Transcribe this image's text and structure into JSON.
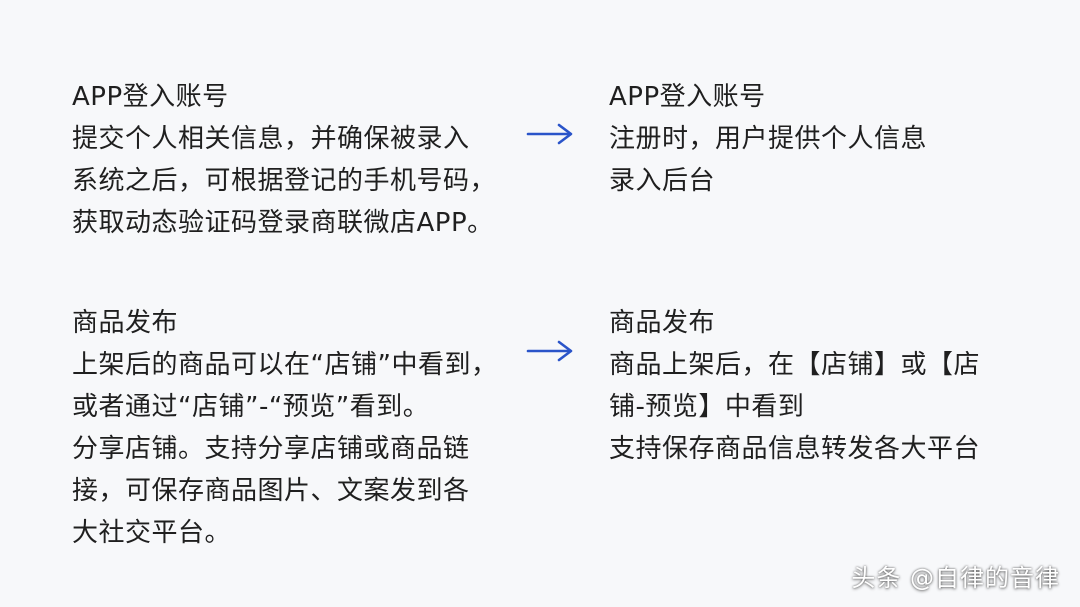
{
  "login": {
    "left": {
      "lines": [
        "APP登入账号",
        "提交个人相关信息，并确保被录入",
        "系统之后，可根据登记的手机号码，",
        "获取动态验证码登录商联微店APP。"
      ]
    },
    "right": {
      "lines": [
        "APP登入账号",
        "注册时，用户提供个人信息",
        "录入后台"
      ]
    }
  },
  "goods": {
    "left": {
      "lines": [
        "商品发布",
        "上架后的商品可以在“店铺”中看到，",
        "或者通过“店铺”-“预览”看到。",
        "分享店铺。支持分享店铺或商品链",
        "接，可保存商品图片、文案发到各",
        "大社交平台。"
      ]
    },
    "right": {
      "lines": [
        "商品发布",
        "商品上架后，在【店铺】或【店",
        "铺-预览】中看到",
        "支持保存商品信息转发各大平台"
      ]
    }
  },
  "arrow_icon": "right-arrow-icon",
  "arrow_color": "#2a54c9",
  "watermark": "头条 @自律的音律"
}
